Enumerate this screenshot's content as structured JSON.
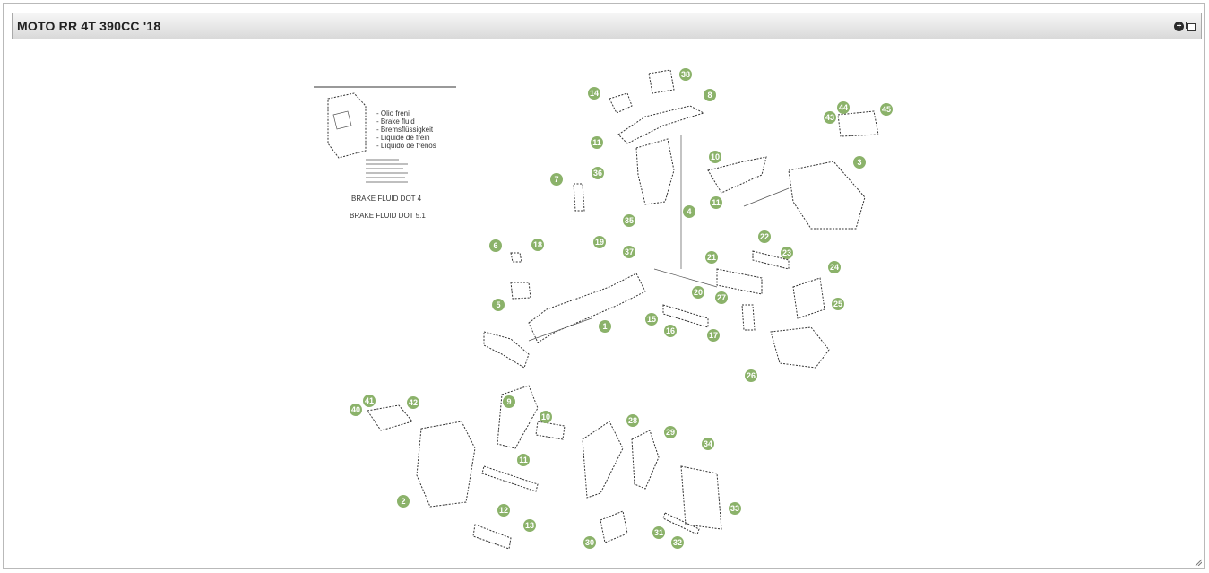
{
  "window": {
    "title": "MOTO RR 4T 390CC '18"
  },
  "icons": {
    "expand": "plus-circle-icon",
    "window": "window-icon",
    "resize": "resize-grip-icon"
  },
  "legend": {
    "fluids": [
      "- Olio freni",
      "- Brake fluid",
      "- Bremsflüssigkeit",
      "- Liquide de frein",
      "- Líquido de frenos"
    ],
    "brake_fluid_1": "BRAKE FLUID DOT 4",
    "brake_fluid_2": "BRAKE FLUID DOT 5.1"
  },
  "callout_color": "#8bb26a",
  "callouts": [
    {
      "label": "14"
    },
    {
      "label": "38"
    },
    {
      "label": "8"
    },
    {
      "label": "44"
    },
    {
      "label": "43"
    },
    {
      "label": "45"
    },
    {
      "label": "3"
    },
    {
      "label": "11"
    },
    {
      "label": "10"
    },
    {
      "label": "36"
    },
    {
      "label": "7"
    },
    {
      "label": "11"
    },
    {
      "label": "4"
    },
    {
      "label": "35"
    },
    {
      "label": "22"
    },
    {
      "label": "23"
    },
    {
      "label": "6"
    },
    {
      "label": "18"
    },
    {
      "label": "19"
    },
    {
      "label": "37"
    },
    {
      "label": "21"
    },
    {
      "label": "24"
    },
    {
      "label": "20"
    },
    {
      "label": "27"
    },
    {
      "label": "5"
    },
    {
      "label": "25"
    },
    {
      "label": "15"
    },
    {
      "label": "1"
    },
    {
      "label": "16"
    },
    {
      "label": "17"
    },
    {
      "label": "26"
    },
    {
      "label": "9"
    },
    {
      "label": "41"
    },
    {
      "label": "42"
    },
    {
      "label": "40"
    },
    {
      "label": "10"
    },
    {
      "label": "28"
    },
    {
      "label": "29"
    },
    {
      "label": "34"
    },
    {
      "label": "11"
    },
    {
      "label": "2"
    },
    {
      "label": "12"
    },
    {
      "label": "33"
    },
    {
      "label": "13"
    },
    {
      "label": "31"
    },
    {
      "label": "30"
    },
    {
      "label": "32"
    }
  ]
}
